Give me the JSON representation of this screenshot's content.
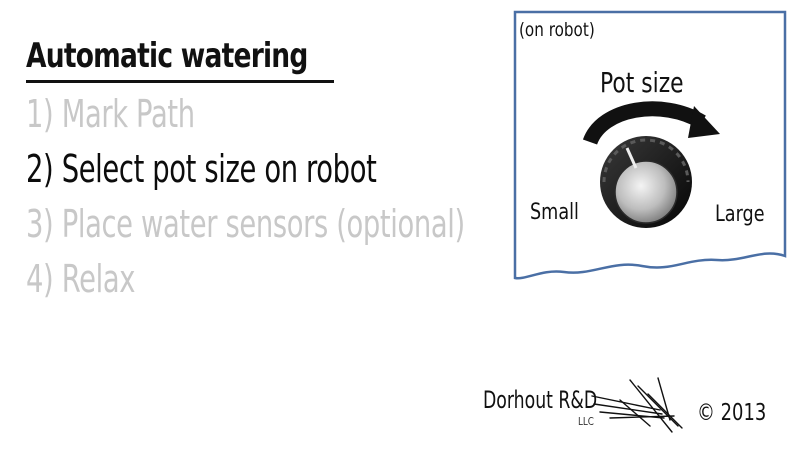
{
  "slide": {
    "title": "Automatic watering",
    "steps": [
      {
        "label": "1)  Mark Path",
        "active": false
      },
      {
        "label": "2) Select pot size on robot",
        "active": true
      },
      {
        "label": "3) Place water sensors (optional)",
        "active": false
      },
      {
        "label": "4) Relax",
        "active": false
      }
    ]
  },
  "panel": {
    "caption": "(on robot)",
    "dial_title": "Pot size",
    "min_label": "Small",
    "max_label": "Large",
    "border_color": "#4a6fa5"
  },
  "footer": {
    "company": "Dorhout R&D",
    "company_suffix": "LLC",
    "copyright": "© 2013"
  },
  "colors": {
    "text": "#111111",
    "inactive_step": "#c8c8c8",
    "knob": "#1a1a1a"
  }
}
